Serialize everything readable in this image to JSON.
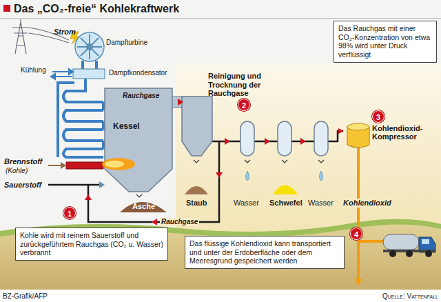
{
  "diagram": {
    "title": "Das „CO₂-freie“ Kohlekraftwerk",
    "nodes": [
      {
        "text": [
          "Kessel"
        ]
      },
      {
        "text": [
          "2"
        ]
      },
      {
        "text": [
          "Das Rauchgas mit einer CO₂-Konzentration von etwa 98% wird unter Druck verflüssigt"
        ]
      },
      {
        "text": [
          "3"
        ]
      },
      {
        "text": [
          "Kohlendioxid-Kompressor"
        ]
      },
      {
        "text": [
          "1"
        ]
      },
      {
        "text": [
          "Kohle wird mit reinem Sauerstoff und zurückgeführtem Rauchgas (CO₂ u. Wasser) verbrannt"
        ]
      },
      {
        "text": [
          "4"
        ]
      },
      {
        "text": [
          "Das flüssige Kohlendioxid kann transportiert und unter der Erdoberfläche oder dem Meeresgrund gespeichert werden"
        ]
      }
    ],
    "edges": [
      {
        "from": 0,
        "to": 4,
        "arrow": "to"
      }
    ],
    "labels": [
      "Strom",
      "Dampfturbine",
      "Kühlung",
      "Dampfkondensator",
      "Rauchgase",
      "Reinigung und Trocknung der Rauchgase",
      "Brennstoff",
      "(Kohle)",
      "Sauerstoff",
      "Asche",
      "Staub",
      "Wasser",
      "Schwefel",
      "Wasser",
      "Kohlendioxid",
      "Rauchgase",
      "BZ-Grafik/AFP",
      "Quelle: Vattenfall"
    ]
  }
}
